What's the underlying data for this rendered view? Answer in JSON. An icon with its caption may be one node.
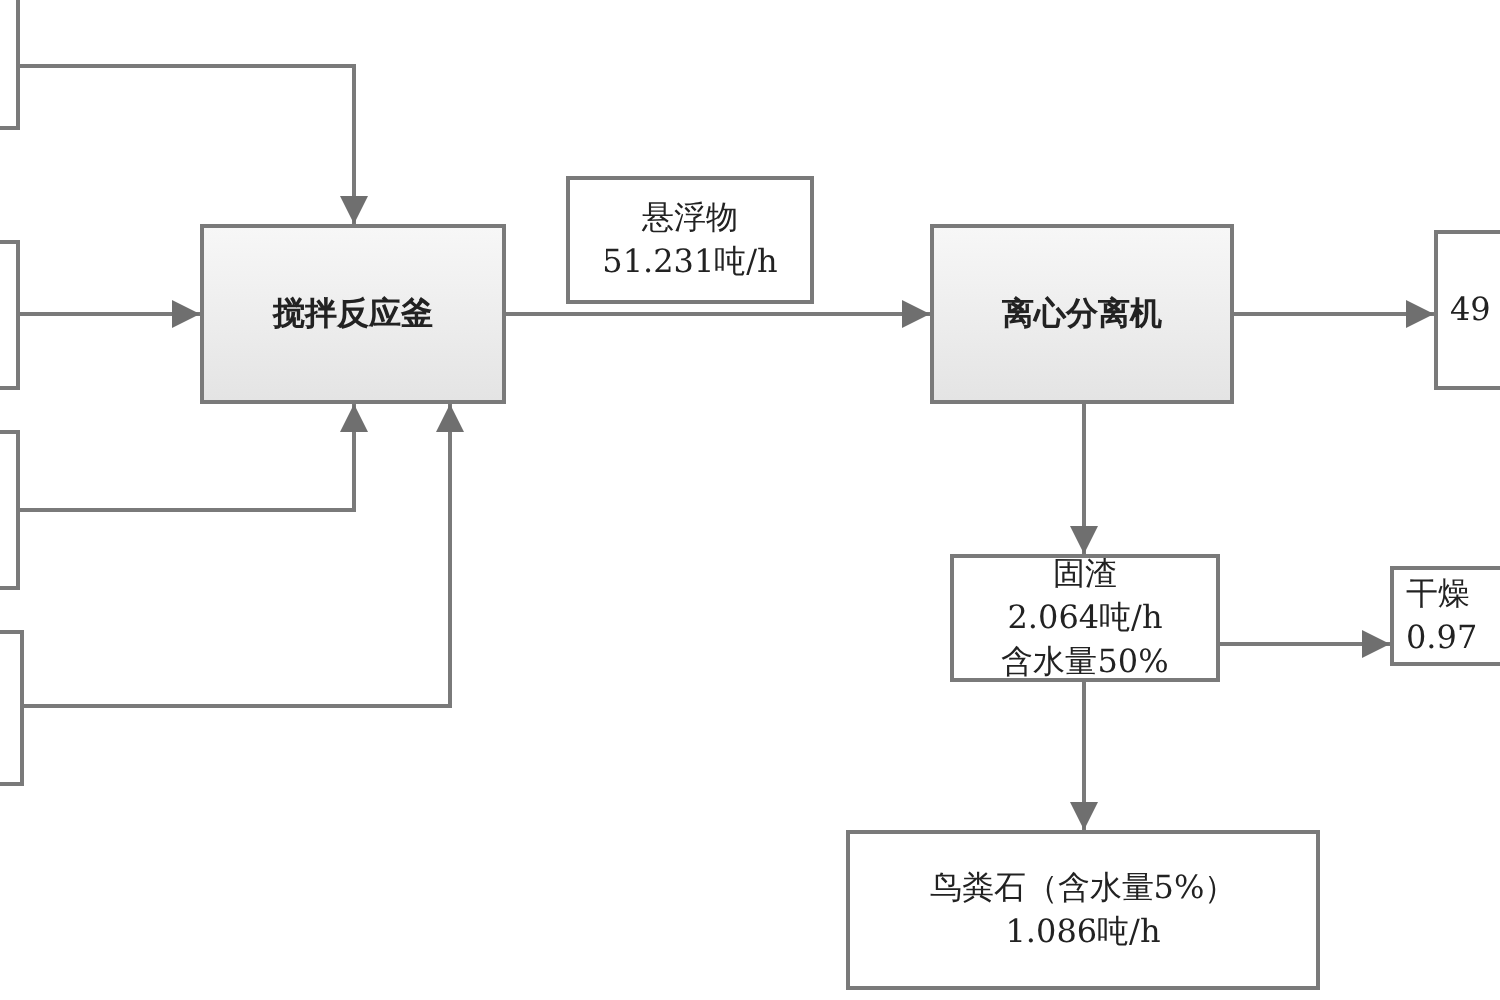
{
  "diagram": {
    "nodes": [
      {
        "text": [],
        "shape": "box"
      },
      {
        "text": [],
        "shape": "box"
      },
      {
        "text": [],
        "shape": "box"
      },
      {
        "text": [],
        "shape": "box"
      },
      {
        "text": [
          "搅拌反应釜"
        ]
      },
      {
        "text": [
          "悬浮物",
          "51.231吨/h"
        ]
      },
      {
        "text": [
          "离心分离机"
        ]
      },
      {
        "text": [
          "49"
        ]
      },
      {
        "text": [
          "固渣",
          "2.064吨/h",
          "含水量50%"
        ]
      },
      {
        "text": [
          "干燥",
          "0.97"
        ]
      },
      {
        "text": [
          "鸟粪石（含水量5%）",
          "1.086吨/h"
        ]
      }
    ],
    "edges": [
      {
        "from": 0,
        "to": 4,
        "arrow": "to"
      },
      {
        "from": 1,
        "to": 4,
        "arrow": "to"
      },
      {
        "from": 2,
        "to": 4,
        "arrow": "to"
      },
      {
        "from": 3,
        "to": 4,
        "arrow": "to"
      },
      {
        "from": 4,
        "to": 6,
        "arrow": "to"
      },
      {
        "from": 6,
        "to": 7,
        "arrow": "to"
      },
      {
        "from": 6,
        "to": 8,
        "arrow": "to"
      },
      {
        "from": 8,
        "to": 9,
        "arrow": "to"
      },
      {
        "from": 8,
        "to": 10,
        "arrow": "to"
      }
    ]
  }
}
